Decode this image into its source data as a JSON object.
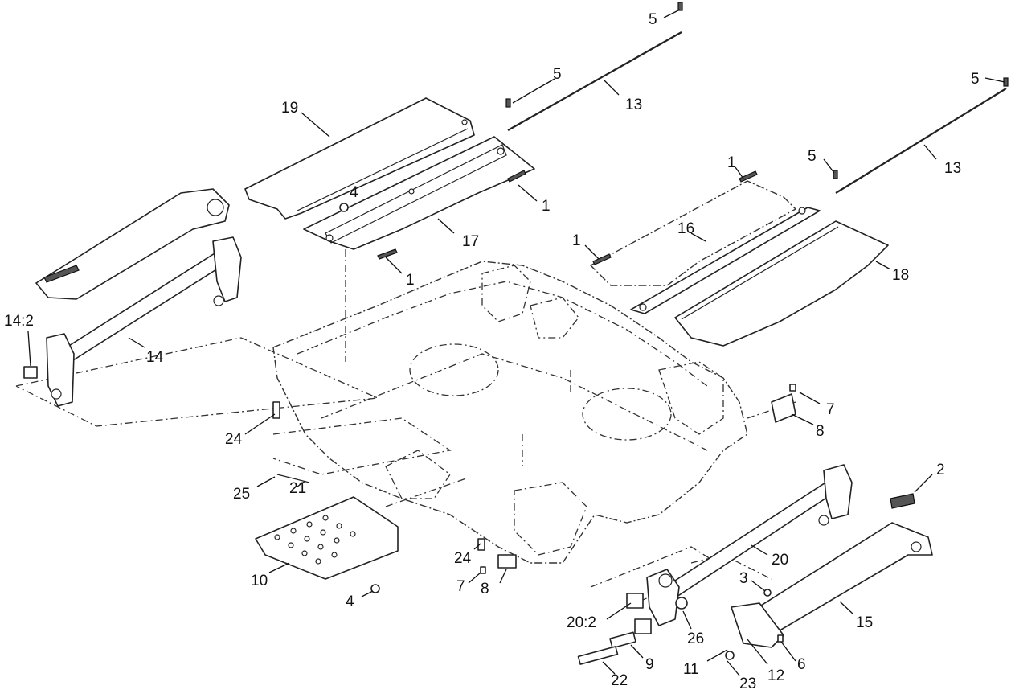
{
  "callouts": [
    {
      "id": "c5a",
      "text": "5"
    },
    {
      "id": "c5b",
      "text": "5"
    },
    {
      "id": "c13a",
      "text": "13"
    },
    {
      "id": "c5c",
      "text": "5"
    },
    {
      "id": "c19",
      "text": "19"
    },
    {
      "id": "c4a",
      "text": "4"
    },
    {
      "id": "c1a",
      "text": "1"
    },
    {
      "id": "c17",
      "text": "17"
    },
    {
      "id": "c1b",
      "text": "1"
    },
    {
      "id": "c5d",
      "text": "5"
    },
    {
      "id": "c13b",
      "text": "13"
    },
    {
      "id": "c1c",
      "text": "1"
    },
    {
      "id": "c16",
      "text": "16"
    },
    {
      "id": "c1d",
      "text": "1"
    },
    {
      "id": "c18",
      "text": "18"
    },
    {
      "id": "c14-2",
      "text": "14:2"
    },
    {
      "id": "c14",
      "text": "14"
    },
    {
      "id": "c24a",
      "text": "24"
    },
    {
      "id": "c7a",
      "text": "7"
    },
    {
      "id": "c8a",
      "text": "8"
    },
    {
      "id": "c2",
      "text": "2"
    },
    {
      "id": "c25",
      "text": "25"
    },
    {
      "id": "c21",
      "text": "21"
    },
    {
      "id": "c24b",
      "text": "24"
    },
    {
      "id": "c20",
      "text": "20"
    },
    {
      "id": "c10",
      "text": "10"
    },
    {
      "id": "c7b",
      "text": "7"
    },
    {
      "id": "c8b",
      "text": "8"
    },
    {
      "id": "c3",
      "text": "3"
    },
    {
      "id": "c4b",
      "text": "4"
    },
    {
      "id": "c15",
      "text": "15"
    },
    {
      "id": "c20-2",
      "text": "20:2"
    },
    {
      "id": "c26",
      "text": "26"
    },
    {
      "id": "c9",
      "text": "9"
    },
    {
      "id": "c11",
      "text": "11"
    },
    {
      "id": "c12",
      "text": "12"
    },
    {
      "id": "c6",
      "text": "6"
    },
    {
      "id": "c22",
      "text": "22"
    },
    {
      "id": "c23",
      "text": "23"
    }
  ]
}
